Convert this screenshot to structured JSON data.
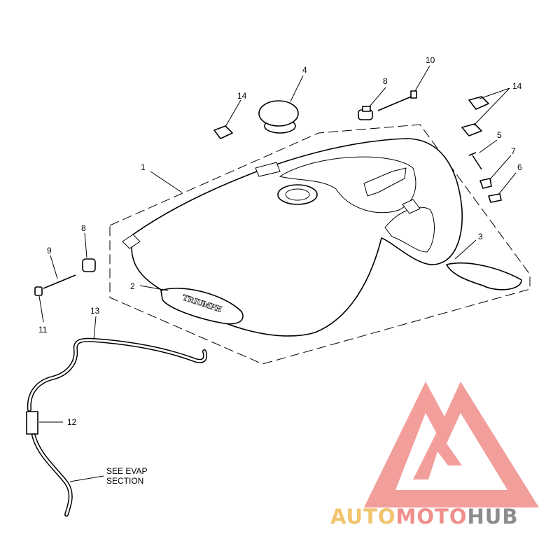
{
  "callouts": {
    "c1": "1",
    "c2": "2",
    "c3": "3",
    "c4": "4",
    "c5": "5",
    "c6": "6",
    "c7": "7",
    "c8a": "8",
    "c8b": "8",
    "c9": "9",
    "c10": "10",
    "c11": "11",
    "c12": "12",
    "c13": "13",
    "c14a": "14",
    "c14b": "14"
  },
  "note": {
    "line1": "SEE EVAP",
    "line2": "SECTION"
  },
  "tank_emblem": "TRIUMPH",
  "watermark": {
    "part1": "AUTO",
    "part2": "MOTO",
    "part3": "HUB",
    "colors": {
      "auto": "#f3c46e",
      "moto": "#f08f8b",
      "hub": "#8c8c8c",
      "logo": "#f08f8b"
    }
  }
}
